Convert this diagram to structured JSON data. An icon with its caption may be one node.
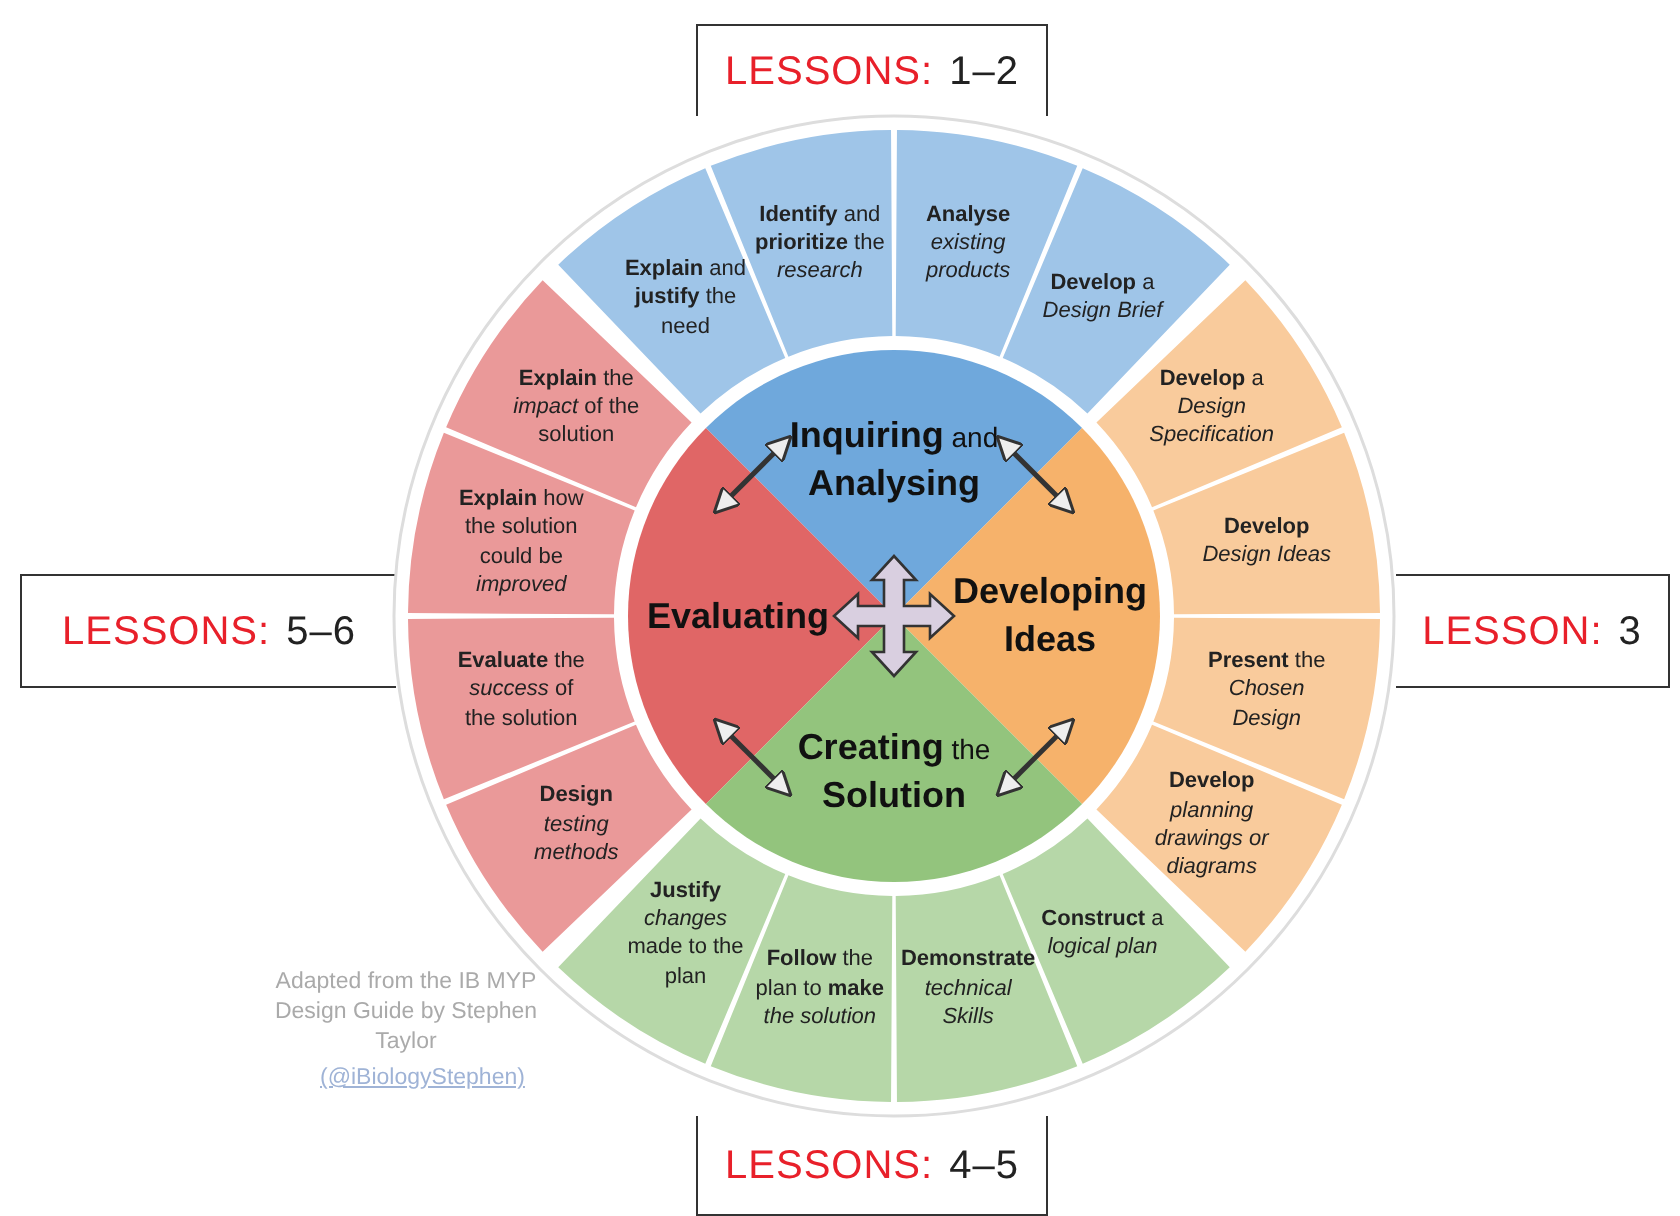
{
  "diagram": {
    "nodes": [
      {
        "text": [
          "LESSONS:",
          "1–2"
        ]
      },
      {
        "text": [
          "LESSONS:",
          "5–6"
        ]
      },
      {
        "text": [
          "LESSON:",
          "3"
        ]
      },
      {
        "text": [
          "LESSONS:",
          "4–5"
        ]
      },
      {
        "text": [
          "**Inquiring** and **Analysing**"
        ]
      },
      {
        "text": [
          "Evaluating"
        ]
      },
      {
        "text": [
          "Developing Ideas"
        ]
      },
      {
        "text": [
          "**Creating** the **Solution**"
        ]
      },
      {
        "text": [
          "**Explain** and **justify** the need"
        ]
      },
      {
        "text": [
          "**Identify** and **prioritize** the *research*"
        ]
      },
      {
        "text": [
          "**Analyse** *existing products*"
        ]
      },
      {
        "text": [
          "**Develop** a *Design Brief*"
        ]
      },
      {
        "text": [
          "**Develop** a *Design Specification*"
        ]
      },
      {
        "text": [
          "**Develop** *Design Ideas*"
        ]
      },
      {
        "text": [
          "**Present** the *Chosen Design*"
        ]
      },
      {
        "text": [
          "**Develop** *planning drawings or diagrams*"
        ]
      },
      {
        "text": [
          "**Justify** *changes* made to the plan"
        ]
      },
      {
        "text": [
          "**Follow** the plan to **make** *the solution*"
        ]
      },
      {
        "text": [
          "**Demonstrate** *technical Skills*"
        ]
      },
      {
        "text": [
          "**Construct** a *logical plan*"
        ]
      },
      {
        "text": [
          "**Explain** the *impact* of the solution"
        ]
      },
      {
        "text": [
          "**Explain** how the solution could be *improved*"
        ]
      },
      {
        "text": [
          "**Evaluate** the *success* of the solution"
        ]
      },
      {
        "text": [
          "**Design** *testing methods*"
        ]
      }
    ],
    "edges": [
      {
        "from": 4,
        "to": 5,
        "arrow": "both"
      },
      {
        "from": 4,
        "to": 6,
        "arrow": "both"
      },
      {
        "from": 5,
        "to": 7,
        "arrow": "both"
      },
      {
        "from": 6,
        "to": 7,
        "arrow": "both"
      }
    ],
    "labels": [
      "Adapted from the IB MYP Design Guide by Stephen Taylor",
      "(@iBiologyStephen)"
    ]
  }
}
